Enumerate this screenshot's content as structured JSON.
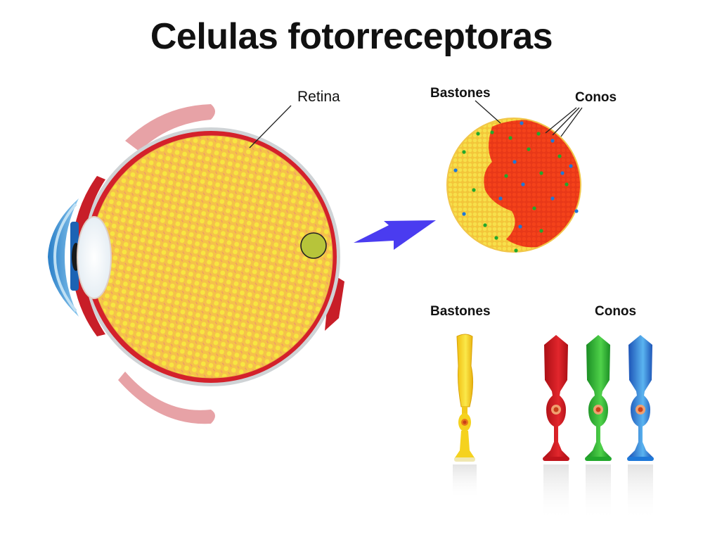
{
  "title": "Celulas fotorreceptoras",
  "labels": {
    "retina": "Retina",
    "rods_top": "Bastones",
    "cones_top": "Conos",
    "rods_bottom": "Bastones",
    "cones_bottom": "Conos"
  },
  "colors": {
    "retina_yellow": "#f6d24a",
    "retina_pink": "#f08a5a",
    "sclera_red": "#c81e28",
    "cornea_blue": "#4aa8e0",
    "arrow": "#4a3cf0",
    "cone_red": "#c0141c",
    "cone_green": "#22a82c",
    "cone_blue": "#1e78d8",
    "rod_yellow": "#f5d21e"
  }
}
